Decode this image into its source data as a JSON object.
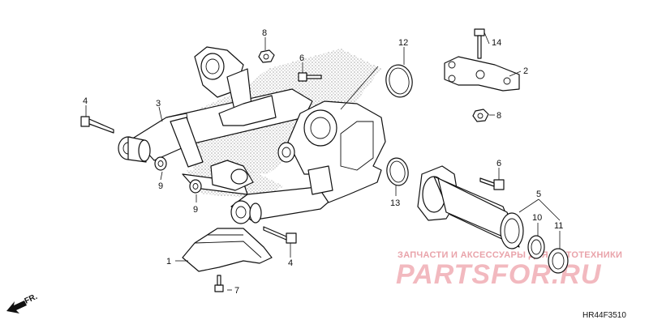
{
  "diagram": {
    "drawing_code": "HR44F3510",
    "direction_label": "FR.",
    "callouts": [
      {
        "id": "c1",
        "label": "1"
      },
      {
        "id": "c2",
        "label": "2"
      },
      {
        "id": "c3",
        "label": "3"
      },
      {
        "id": "c4a",
        "label": "4"
      },
      {
        "id": "c4b",
        "label": "4"
      },
      {
        "id": "c5",
        "label": "5"
      },
      {
        "id": "c6a",
        "label": "6"
      },
      {
        "id": "c6b",
        "label": "6"
      },
      {
        "id": "c7",
        "label": "7"
      },
      {
        "id": "c8a",
        "label": "8"
      },
      {
        "id": "c8b",
        "label": "8"
      },
      {
        "id": "c9a",
        "label": "9"
      },
      {
        "id": "c9b",
        "label": "9"
      },
      {
        "id": "c10",
        "label": "10"
      },
      {
        "id": "c11",
        "label": "11"
      },
      {
        "id": "c12",
        "label": "12"
      },
      {
        "id": "c13",
        "label": "13"
      },
      {
        "id": "c14",
        "label": "14"
      }
    ]
  },
  "watermark": {
    "tagline": "ЗАПЧАСТИ И АКСЕССУАРЫ ДЛЯ МОТОТЕХНИКИ",
    "brand": "PARTSFOR.RU",
    "colors": {
      "tagline": "#e9a3aa",
      "brand": "#f2b9bf"
    }
  }
}
